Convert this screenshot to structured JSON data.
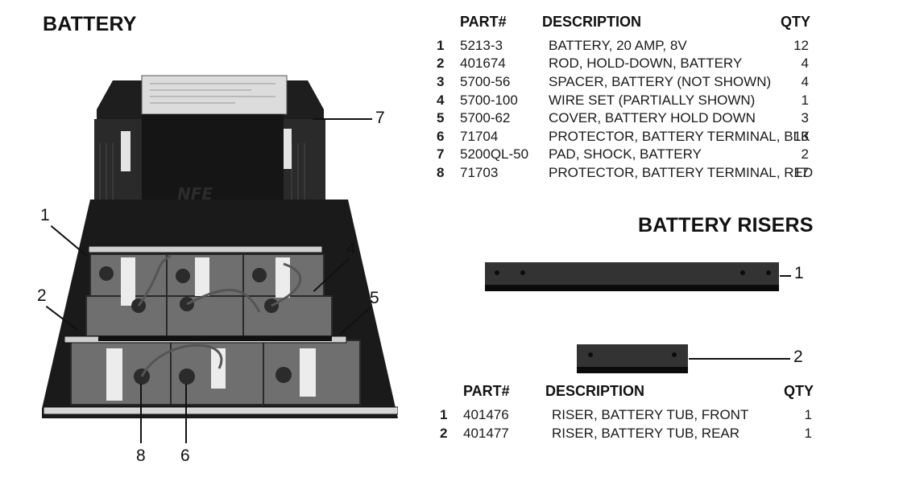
{
  "battery_section": {
    "title": "BATTERY",
    "table": {
      "headers": {
        "part": "PART#",
        "description": "DESCRIPTION",
        "qty": "QTY"
      },
      "rows": [
        {
          "index": "1",
          "part": "5213-3",
          "description": "BATTERY, 20 AMP, 8V",
          "qty": "12"
        },
        {
          "index": "2",
          "part": "401674",
          "description": "ROD, HOLD-DOWN, BATTERY",
          "qty": "4"
        },
        {
          "index": "3",
          "part": "5700-56",
          "description": "SPACER, BATTERY (NOT SHOWN)",
          "qty": "4"
        },
        {
          "index": "4",
          "part": "5700-100",
          "description": "WIRE SET (PARTIALLY SHOWN)",
          "qty": "1"
        },
        {
          "index": "5",
          "part": "5700-62",
          "description": "COVER, BATTERY HOLD DOWN",
          "qty": "3"
        },
        {
          "index": "6",
          "part": "71704",
          "description": "PROTECTOR, BATTERY TERMINAL, BLK",
          "qty": "13"
        },
        {
          "index": "7",
          "part": "5200QL-50",
          "description": "PAD, SHOCK, BATTERY",
          "qty": "2"
        },
        {
          "index": "8",
          "part": "71703",
          "description": "PROTECTOR, BATTERY TERMINAL, RED",
          "qty": "17"
        }
      ]
    },
    "photo": {
      "logo_text": "NFE",
      "callouts": [
        "1",
        "2",
        "4",
        "5",
        "6",
        "7",
        "8"
      ]
    }
  },
  "risers_section": {
    "title": "BATTERY RISERS",
    "callouts": [
      "1",
      "2"
    ],
    "table": {
      "headers": {
        "part": "PART#",
        "description": "DESCRIPTION",
        "qty": "QTY"
      },
      "rows": [
        {
          "index": "1",
          "part": "401476",
          "description": "RISER, BATTERY TUB, FRONT",
          "qty": "1"
        },
        {
          "index": "2",
          "part": "401477",
          "description": "RISER, BATTERY TUB, REAR",
          "qty": "1"
        }
      ]
    }
  },
  "colors": {
    "text": "#111111",
    "riser_body": "#333333",
    "riser_edge": "#0b0b0b",
    "photo_dark": "#1c1c1c",
    "battery_gray": "#6f6f6f"
  }
}
